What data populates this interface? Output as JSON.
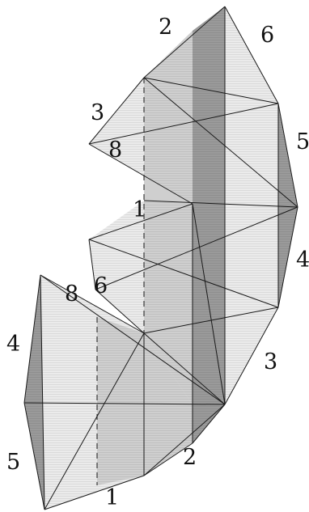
{
  "diagram": {
    "edge_labels": [
      {
        "id": "top-2",
        "text": "2"
      },
      {
        "id": "top-6",
        "text": "6"
      },
      {
        "id": "upper-3",
        "text": "3"
      },
      {
        "id": "right-5",
        "text": "5"
      },
      {
        "id": "mid-8",
        "text": "8"
      },
      {
        "id": "mid-1",
        "text": "1"
      },
      {
        "id": "right-4",
        "text": "4"
      },
      {
        "id": "mid-6",
        "text": "6"
      },
      {
        "id": "left-8",
        "text": "8"
      },
      {
        "id": "left-4",
        "text": "4"
      },
      {
        "id": "right-3",
        "text": "3"
      },
      {
        "id": "bottom-2",
        "text": "2"
      },
      {
        "id": "left-5",
        "text": "5"
      },
      {
        "id": "bottom-1",
        "text": "1"
      }
    ],
    "colors": {
      "light": "#ebebeb",
      "medium": "#cfcfcf",
      "dark": "#9a9a9a",
      "edge": "#1a1a1a"
    }
  }
}
